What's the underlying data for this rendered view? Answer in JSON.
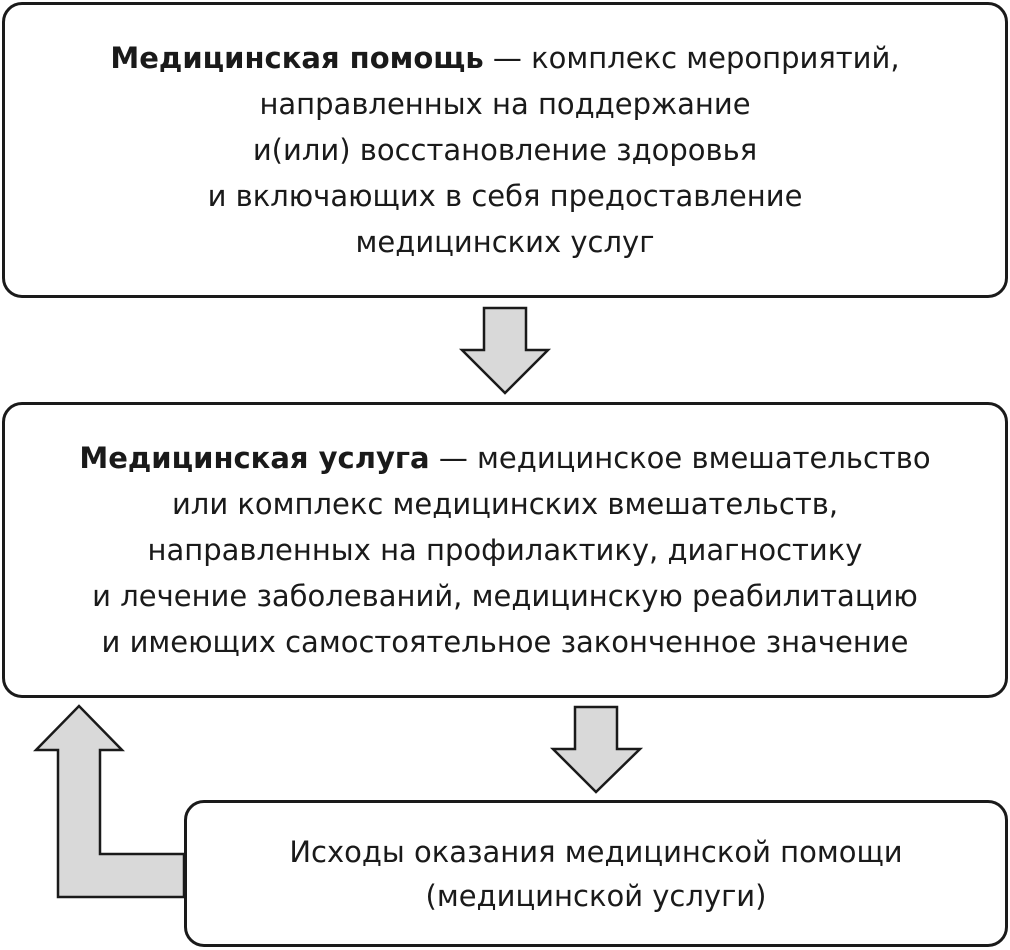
{
  "box1": {
    "term": "Медицинская помощь",
    "rest_first": " — комплекс мероприятий,",
    "lines": [
      "направленных на поддержание",
      "и(или) восстановление здоровья",
      "и включающих в себя предоставление",
      "медицинских услуг"
    ]
  },
  "box2": {
    "term": "Медицинская услуга",
    "rest_first": " — медицинское вмешательство",
    "lines": [
      "или комплекс медицинских вмешательств,",
      "направленных на профилактику, диагностику",
      "и лечение заболеваний, медицинскую реабилитацию",
      "и имеющих самостоятельное законченное значение"
    ]
  },
  "box3": {
    "lines": [
      "Исходы оказания медицинской помощи",
      "(медицинской услуги)"
    ]
  },
  "colors": {
    "arrow_fill": "#d9d9d9",
    "border": "#1a1a1a"
  }
}
